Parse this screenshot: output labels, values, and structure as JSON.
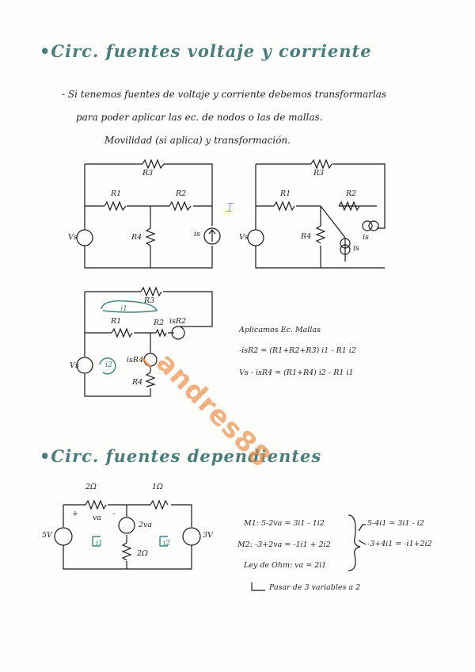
{
  "section1": {
    "title": "•Circ. fuentes voltaje y corriente",
    "line1": "- Si tenemos fuentes de voltaje y corriente debemos transformarlas",
    "line2": "para poder aplicar las ec. de nodos o las de mallas.",
    "line3": "Movilidad (si aplica) y transformación.",
    "equiv_symbol": "⌶"
  },
  "circuit1": {
    "R3": "R3",
    "R1": "R1",
    "R2": "R2",
    "R4": "R4",
    "vs": "Vs",
    "is": "is"
  },
  "circuit2": {
    "R3": "R3",
    "R1": "R1",
    "R2": "R2",
    "R4": "R4",
    "vs": "Vs",
    "is_top": "is",
    "is_bot": "is"
  },
  "circuit3": {
    "R3": "R3",
    "R1": "R1",
    "R2": "R2",
    "R4": "R4",
    "vs": "Vs",
    "src_top": "isR2",
    "src_mid": "isR4",
    "i1": "i1",
    "i2": "i2"
  },
  "mesh_eqs": {
    "title": "Aplicamos Ec. Mallas",
    "eq1": "-isR2 = (R1+R2+R3) i1 - R1 i2",
    "eq2": "Vs - isR4 = (R1+R4) i2 - R1 i1"
  },
  "section2": {
    "title": "•Circ. fuentes dependientes"
  },
  "circuit4": {
    "r1": "2Ω",
    "r2": "1Ω",
    "r3": "2Ω",
    "vs1": "5V",
    "vs2": "3V",
    "dep": "2va",
    "va": "va",
    "plus": "+",
    "minus": "-",
    "i1": "i1",
    "i2": "i2"
  },
  "dep_eqs": {
    "m1": "M1: 5-2va = 3i1 - 1i2",
    "m2": "M2: -3+2va = -1i1 + 2i2",
    "ohm": "Ley de Ohm: va = 2i1",
    "r1": "5-4i1 = 3i1 - i2",
    "r2": "-3+4i1 = -i1+2i2",
    "note": "Pasar de 3 variables a 2"
  },
  "watermark": "_andres88"
}
